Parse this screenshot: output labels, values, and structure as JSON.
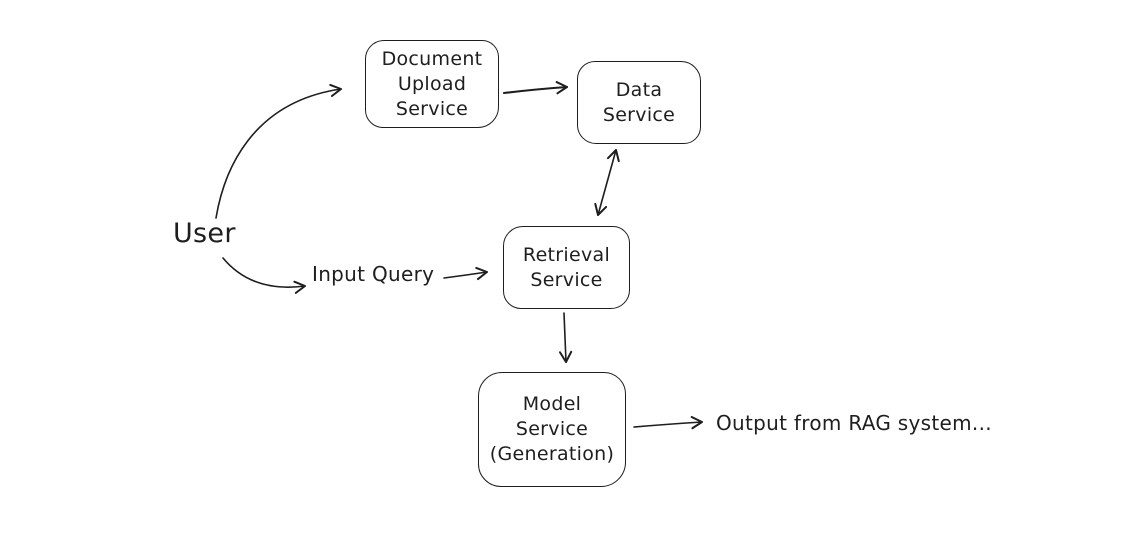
{
  "diagram": {
    "background_color": "#ffffff",
    "stroke_color": "#1e1e1e",
    "nodes": [
      {
        "id": "document-upload-service",
        "label": "Document\nUpload\nService"
      },
      {
        "id": "data-service",
        "label": "Data\nService"
      },
      {
        "id": "retrieval-service",
        "label": "Retrieval\nService"
      },
      {
        "id": "model-service",
        "label": "Model\nService\n(Generation)"
      }
    ],
    "texts": [
      {
        "id": "user",
        "label": "User"
      },
      {
        "id": "input-query",
        "label": "Input Query"
      },
      {
        "id": "output",
        "label": "Output from RAG system..."
      }
    ],
    "edges": [
      {
        "from": "user",
        "to": "document-upload-service",
        "shape": "curved",
        "direction": "one-way"
      },
      {
        "from": "document-upload-service",
        "to": "data-service",
        "shape": "straight",
        "direction": "one-way"
      },
      {
        "from": "data-service",
        "to": "retrieval-service",
        "shape": "straight",
        "direction": "two-way"
      },
      {
        "from": "user",
        "to": "input-query",
        "shape": "curved",
        "direction": "one-way"
      },
      {
        "from": "input-query",
        "to": "retrieval-service",
        "shape": "straight",
        "direction": "one-way"
      },
      {
        "from": "retrieval-service",
        "to": "model-service",
        "shape": "straight",
        "direction": "one-way"
      },
      {
        "from": "model-service",
        "to": "output",
        "shape": "straight",
        "direction": "one-way"
      }
    ]
  }
}
